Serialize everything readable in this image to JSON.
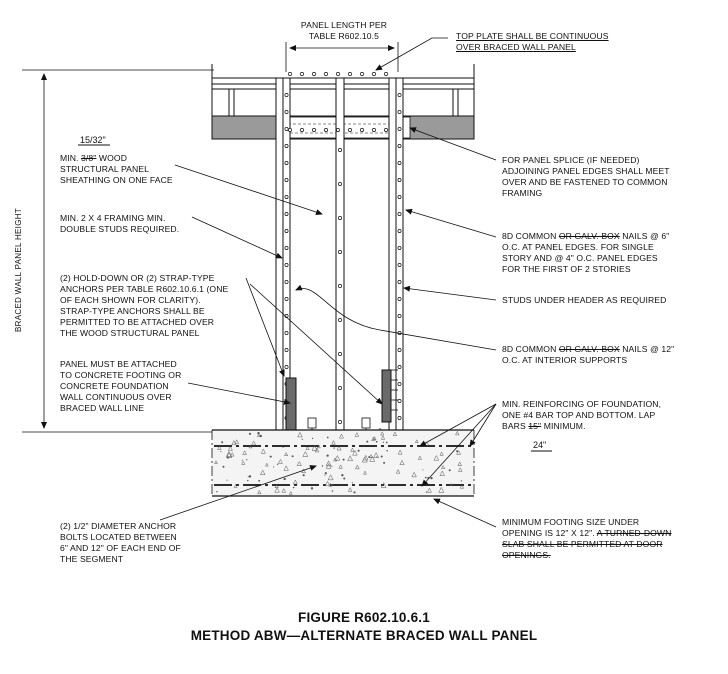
{
  "dimensions": {
    "panel_length": [
      "PANEL LENGTH PER",
      "TABLE R602.10.5"
    ],
    "wall_height": "BRACED WALL PANEL HEIGHT"
  },
  "handwritten": {
    "sheathing_thickness": "15/32\"",
    "footing_width": "24\""
  },
  "notes_left": {
    "sheathing": {
      "l1_pre": "MIN. ",
      "l1_struck": "3/8\"",
      "l1_post": " WOOD",
      "l2": "STRUCTURAL PANEL",
      "l3": "SHEATHING ON ONE FACE"
    },
    "framing": [
      "MIN. 2 X 4 FRAMING MIN.",
      "DOUBLE STUDS REQUIRED."
    ],
    "hold_down": [
      "(2) HOLD-DOWN OR (2) STRAP-TYPE",
      "ANCHORS PER TABLE R602.10.6.1 (ONE",
      "OF EACH SHOWN FOR CLARITY).",
      "STRAP-TYPE ANCHORS SHALL BE",
      "PERMITTED TO BE ATTACHED OVER",
      "THE WOOD STRUCTURAL PANEL"
    ],
    "attachment": [
      "PANEL MUST BE ATTACHED",
      "TO CONCRETE FOOTING OR",
      "CONCRETE FOUNDATION",
      "WALL CONTINUOUS OVER",
      "BRACED WALL LINE"
    ],
    "anchor_bolts": [
      "(2) 1/2\" DIAMETER ANCHOR",
      "BOLTS LOCATED BETWEEN",
      "6\" AND 12\" OF EACH END OF",
      "THE SEGMENT"
    ]
  },
  "notes_right": {
    "top_plate": [
      "TOP PLATE SHALL BE CONTINUOUS",
      "OVER BRACED WALL PANEL"
    ],
    "splice": [
      "FOR PANEL SPLICE (IF NEEDED)",
      "ADJOINING PANEL EDGES SHALL MEET",
      "OVER AND BE FASTENED TO COMMON",
      "FRAMING"
    ],
    "edge_nails": {
      "l1_pre": "8D COMMON ",
      "l1_struck": "OR GALV. BOX",
      "l1_post": " NAILS @ 6\"",
      "l2": "O.C. AT PANEL EDGES. FOR SINGLE",
      "l3": "STORY AND @ 4\" O.C. PANEL EDGES",
      "l4": "FOR THE FIRST OF 2 STORIES"
    },
    "studs": "STUDS UNDER HEADER AS REQUIRED",
    "interior_nails": {
      "l1_pre": "8D COMMON ",
      "l1_struck": "OR GALV. BOX",
      "l1_post": " NAILS @ 12\"",
      "l2": "O.C. AT INTERIOR SUPPORTS"
    },
    "reinforcing": {
      "l1": "MIN. REINFORCING OF FOUNDATION,",
      "l2": "ONE #4 BAR TOP AND BOTTOM. LAP",
      "l3_pre": "BARS ",
      "l3_struck": "15\"",
      "l3_post": " MINIMUM."
    },
    "footing": {
      "l1": "MINIMUM FOOTING SIZE UNDER",
      "l2_pre": "OPENING IS 12\" X 12\". ",
      "l2_struck": "A TURNED-DOWN",
      "l3": "SLAB SHALL BE PERMITTED AT DOOR",
      "l4": "OPENINGS."
    }
  },
  "caption": {
    "figure": "FIGURE R602.10.6.1",
    "title": "METHOD ABW—ALTERNATE BRACED WALL PANEL"
  },
  "colors": {
    "line": "#111111",
    "header": "#9a9a9a",
    "anchor": "#6a6a6a",
    "concrete": "#f4f4f4"
  }
}
